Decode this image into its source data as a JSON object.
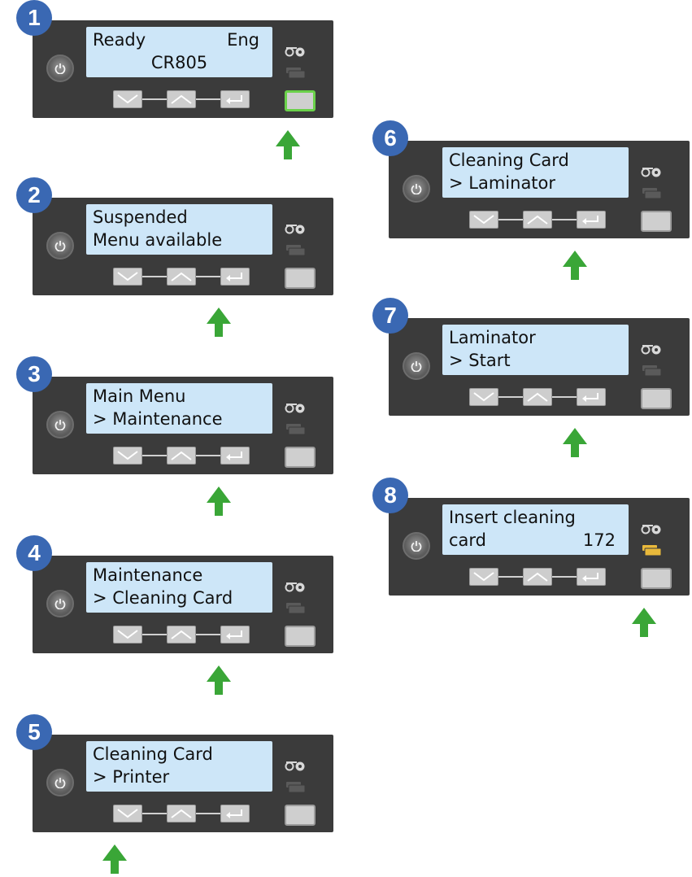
{
  "steps": [
    {
      "number": "1",
      "line1": "Ready",
      "line1_right": "Eng",
      "line2": "CR805",
      "line2_right": "",
      "line2_center": true,
      "arrow": "feed",
      "feed_active": true,
      "card_icon_color": "#5a5a5a"
    },
    {
      "number": "2",
      "line1": "Suspended",
      "line1_right": "",
      "line2": "Menu available",
      "line2_right": "",
      "line2_center": false,
      "arrow": "enter",
      "feed_active": false,
      "card_icon_color": "#5a5a5a"
    },
    {
      "number": "3",
      "line1": "Main Menu",
      "line1_right": "",
      "line2": "> Maintenance",
      "line2_right": "",
      "line2_center": false,
      "arrow": "enter",
      "feed_active": false,
      "card_icon_color": "#5a5a5a"
    },
    {
      "number": "4",
      "line1": "Maintenance",
      "line1_right": "",
      "line2": "> Cleaning Card",
      "line2_right": "",
      "line2_center": false,
      "arrow": "enter",
      "feed_active": false,
      "card_icon_color": "#5a5a5a"
    },
    {
      "number": "5",
      "line1": "Cleaning Card",
      "line1_right": "",
      "line2": "> Printer",
      "line2_right": "",
      "line2_center": false,
      "arrow": "down",
      "feed_active": false,
      "card_icon_color": "#5a5a5a"
    },
    {
      "number": "6",
      "line1": "Cleaning Card",
      "line1_right": "",
      "line2": "> Laminator",
      "line2_right": "",
      "line2_center": false,
      "arrow": "enter",
      "feed_active": false,
      "card_icon_color": "#5a5a5a"
    },
    {
      "number": "7",
      "line1": "Laminator",
      "line1_right": "",
      "line2": "> Start",
      "line2_right": "",
      "line2_center": false,
      "arrow": "enter",
      "feed_active": false,
      "card_icon_color": "#5a5a5a"
    },
    {
      "number": "8",
      "line1": "Insert cleaning",
      "line1_right": "",
      "line2": "card",
      "line2_right": "172",
      "line2_center": false,
      "arrow": "feed",
      "feed_active": false,
      "card_icon_color": "#e9b93b"
    }
  ],
  "colors": {
    "badge": "#3a68b3",
    "arrow": "#3aa637",
    "lcd": "#cde6f8",
    "panel": "#3b3b3b",
    "feed_active_border": "#6ad14a"
  },
  "icons": {
    "power": "power-icon",
    "ribbon": "ribbon-icon",
    "cards": "card-stack-icon",
    "down": "chevron-down-icon",
    "up": "chevron-up-icon",
    "enter": "enter-icon"
  }
}
